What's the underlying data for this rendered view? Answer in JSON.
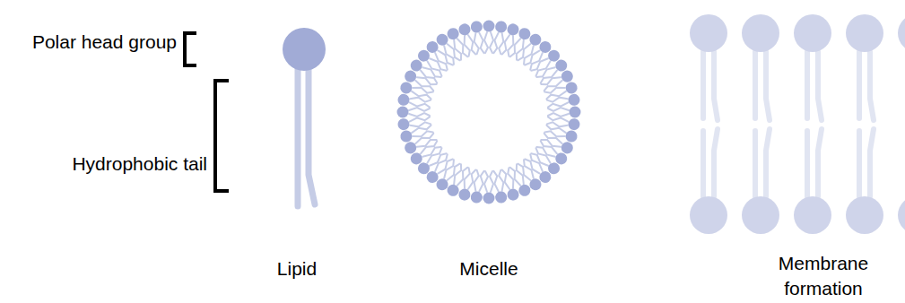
{
  "diagram": {
    "labels": [
      "Polar head group",
      "Hydrophobic tail",
      "Lipid",
      "Micelle",
      "Membrane formation"
    ]
  }
}
